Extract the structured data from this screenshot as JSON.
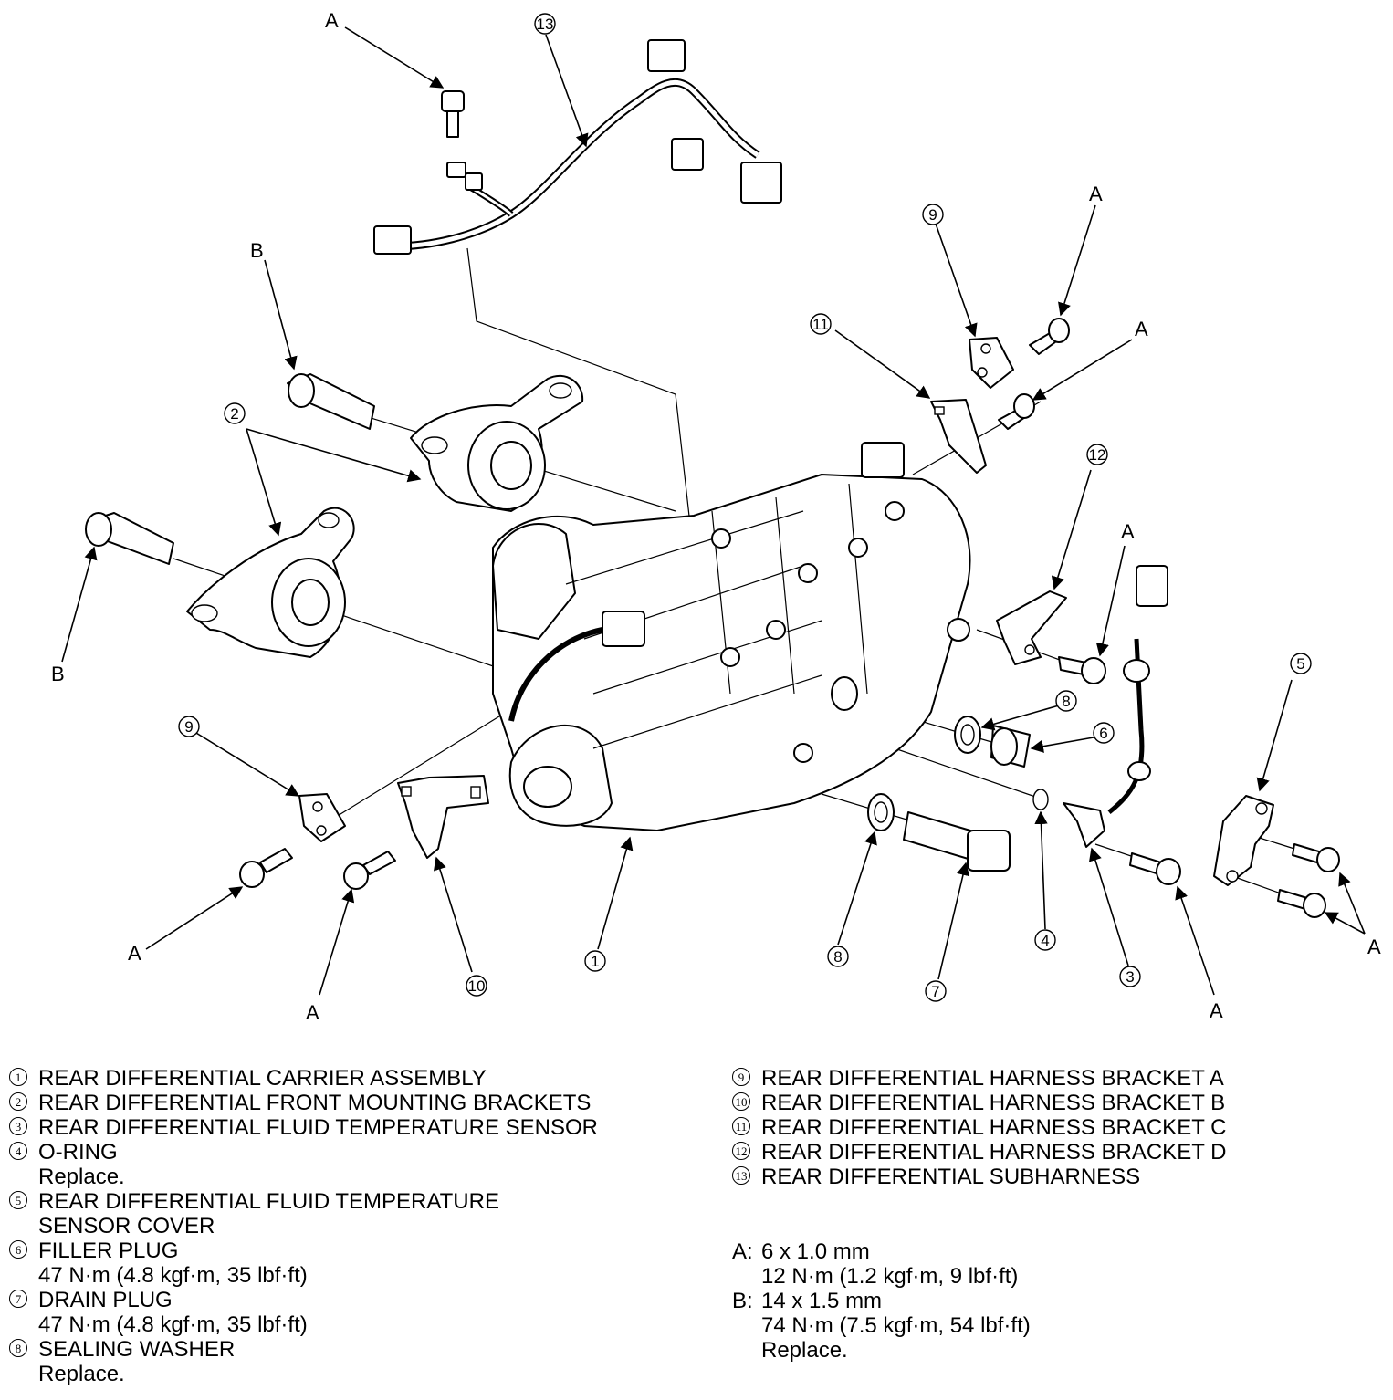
{
  "diagram": {
    "fastener_letters": {
      "a": "A",
      "b": "B"
    },
    "callout_numbers": [
      "1",
      "2",
      "3",
      "4",
      "5",
      "6",
      "7",
      "8",
      "9",
      "10",
      "11",
      "12",
      "13"
    ]
  },
  "legend": {
    "left": [
      {
        "num": "1",
        "text": "REAR DIFFERENTIAL CARRIER ASSEMBLY",
        "note": ""
      },
      {
        "num": "2",
        "text": "REAR DIFFERENTIAL FRONT MOUNTING BRACKETS",
        "note": ""
      },
      {
        "num": "3",
        "text": "REAR DIFFERENTIAL FLUID TEMPERATURE SENSOR",
        "note": ""
      },
      {
        "num": "4",
        "text": "O-RING",
        "note": "Replace."
      },
      {
        "num": "5",
        "text": "REAR DIFFERENTIAL FLUID TEMPERATURE",
        "note": "SENSOR COVER"
      },
      {
        "num": "6",
        "text": "FILLER PLUG",
        "note": "47 N·m (4.8 kgf·m, 35 lbf·ft)"
      },
      {
        "num": "7",
        "text": "DRAIN PLUG",
        "note": "47 N·m (4.8 kgf·m, 35 lbf·ft)"
      },
      {
        "num": "8",
        "text": "SEALING WASHER",
        "note": "Replace."
      }
    ],
    "right": [
      {
        "num": "9",
        "text": "REAR DIFFERENTIAL HARNESS BRACKET A"
      },
      {
        "num": "10",
        "text": "REAR DIFFERENTIAL HARNESS BRACKET B"
      },
      {
        "num": "11",
        "text": "REAR DIFFERENTIAL HARNESS BRACKET C"
      },
      {
        "num": "12",
        "text": "REAR DIFFERENTIAL HARNESS BRACKET D"
      },
      {
        "num": "13",
        "text": "REAR DIFFERENTIAL SUBHARNESS"
      }
    ]
  },
  "fasteners": [
    {
      "key": "A:",
      "size": "6 x 1.0 mm",
      "torque": "12 N·m (1.2 kgf·m, 9 lbf·ft)",
      "note": ""
    },
    {
      "key": "B:",
      "size": "14 x 1.5 mm",
      "torque": "74 N·m (7.5 kgf·m, 54 lbf·ft)",
      "note": "Replace."
    }
  ]
}
